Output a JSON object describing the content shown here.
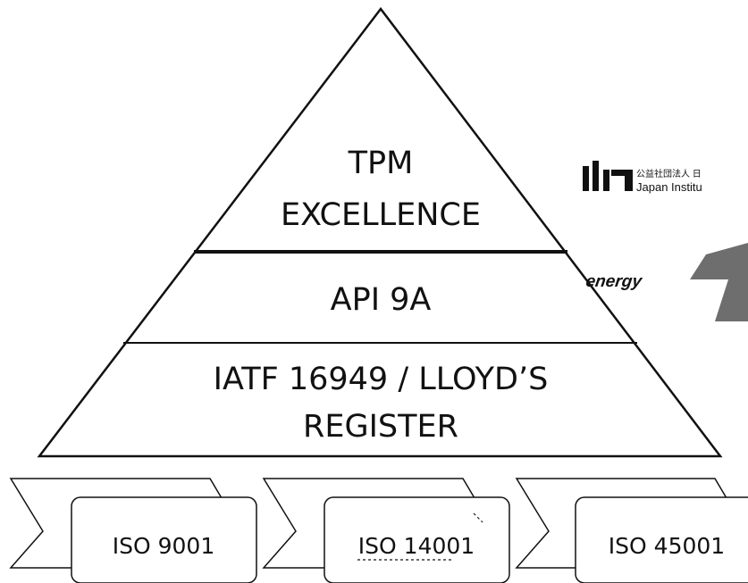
{
  "pyramid": {
    "levels": [
      {
        "lines": [
          "TPM",
          "EXCELLENCE"
        ]
      },
      {
        "lines": [
          "API 9A"
        ]
      },
      {
        "lines": [
          "IATF 16949 / LLOYD’S",
          "REGISTER"
        ]
      }
    ]
  },
  "foundation": {
    "items": [
      {
        "label": "ISO 9001"
      },
      {
        "label": "ISO 14001"
      },
      {
        "label": "ISO 45001"
      }
    ]
  },
  "logos": {
    "jipm": {
      "mark": "JIPM",
      "japanese": "公益社団法人 日",
      "english": "Japan Institu"
    },
    "energy": {
      "text": "energy"
    }
  },
  "colors": {
    "stroke": "#111111",
    "background": "#ffffff",
    "logo_gray": "#6e6e6e"
  }
}
